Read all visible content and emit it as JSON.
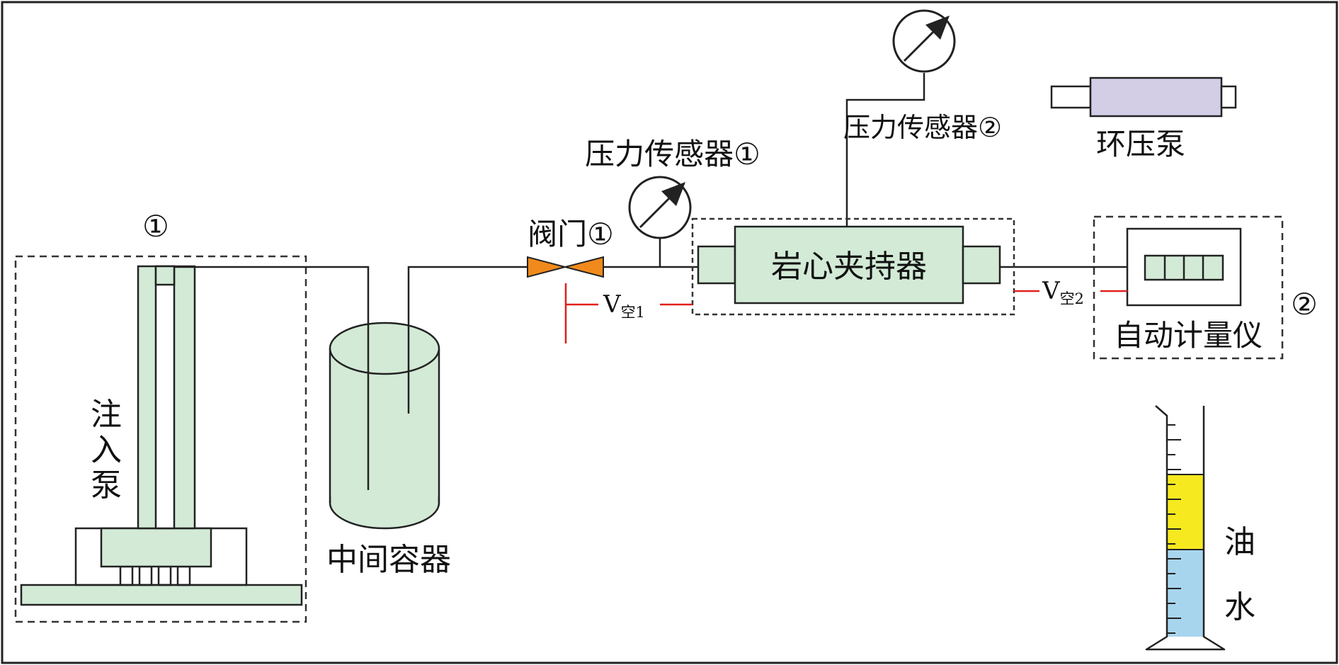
{
  "colors": {
    "equipment_fill": "#d2ead6",
    "valve_fill": "#f08a1c",
    "pump_fill": "#d4cde6",
    "oil_fill": "#f7e91f",
    "water_fill": "#a8d5ee",
    "dimension_line": "#e0201c",
    "line": "#222222"
  },
  "labels": {
    "region_1_marker": "①",
    "region_2_marker": "②",
    "injection_pump": [
      "注",
      "入",
      "泵"
    ],
    "intermediate_container": "中间容器",
    "valve": "阀门①",
    "pressure_sensor_1": "压力传感器①",
    "pressure_sensor_2": "压力传感器②",
    "core_holder": "岩心夹持器",
    "ring_pressure_pump": "环压泵",
    "auto_meter": "自动计量仪",
    "v_void_1": {
      "main": "V",
      "sub": "空1"
    },
    "v_void_2": {
      "main": "V",
      "sub": "空2"
    },
    "oil": "油",
    "water": "水"
  },
  "icons": {
    "gauge_1": "pressure-gauge-icon",
    "gauge_2": "pressure-gauge-icon",
    "valve": "valve-icon",
    "cylinder": "graduated-cylinder-icon"
  }
}
